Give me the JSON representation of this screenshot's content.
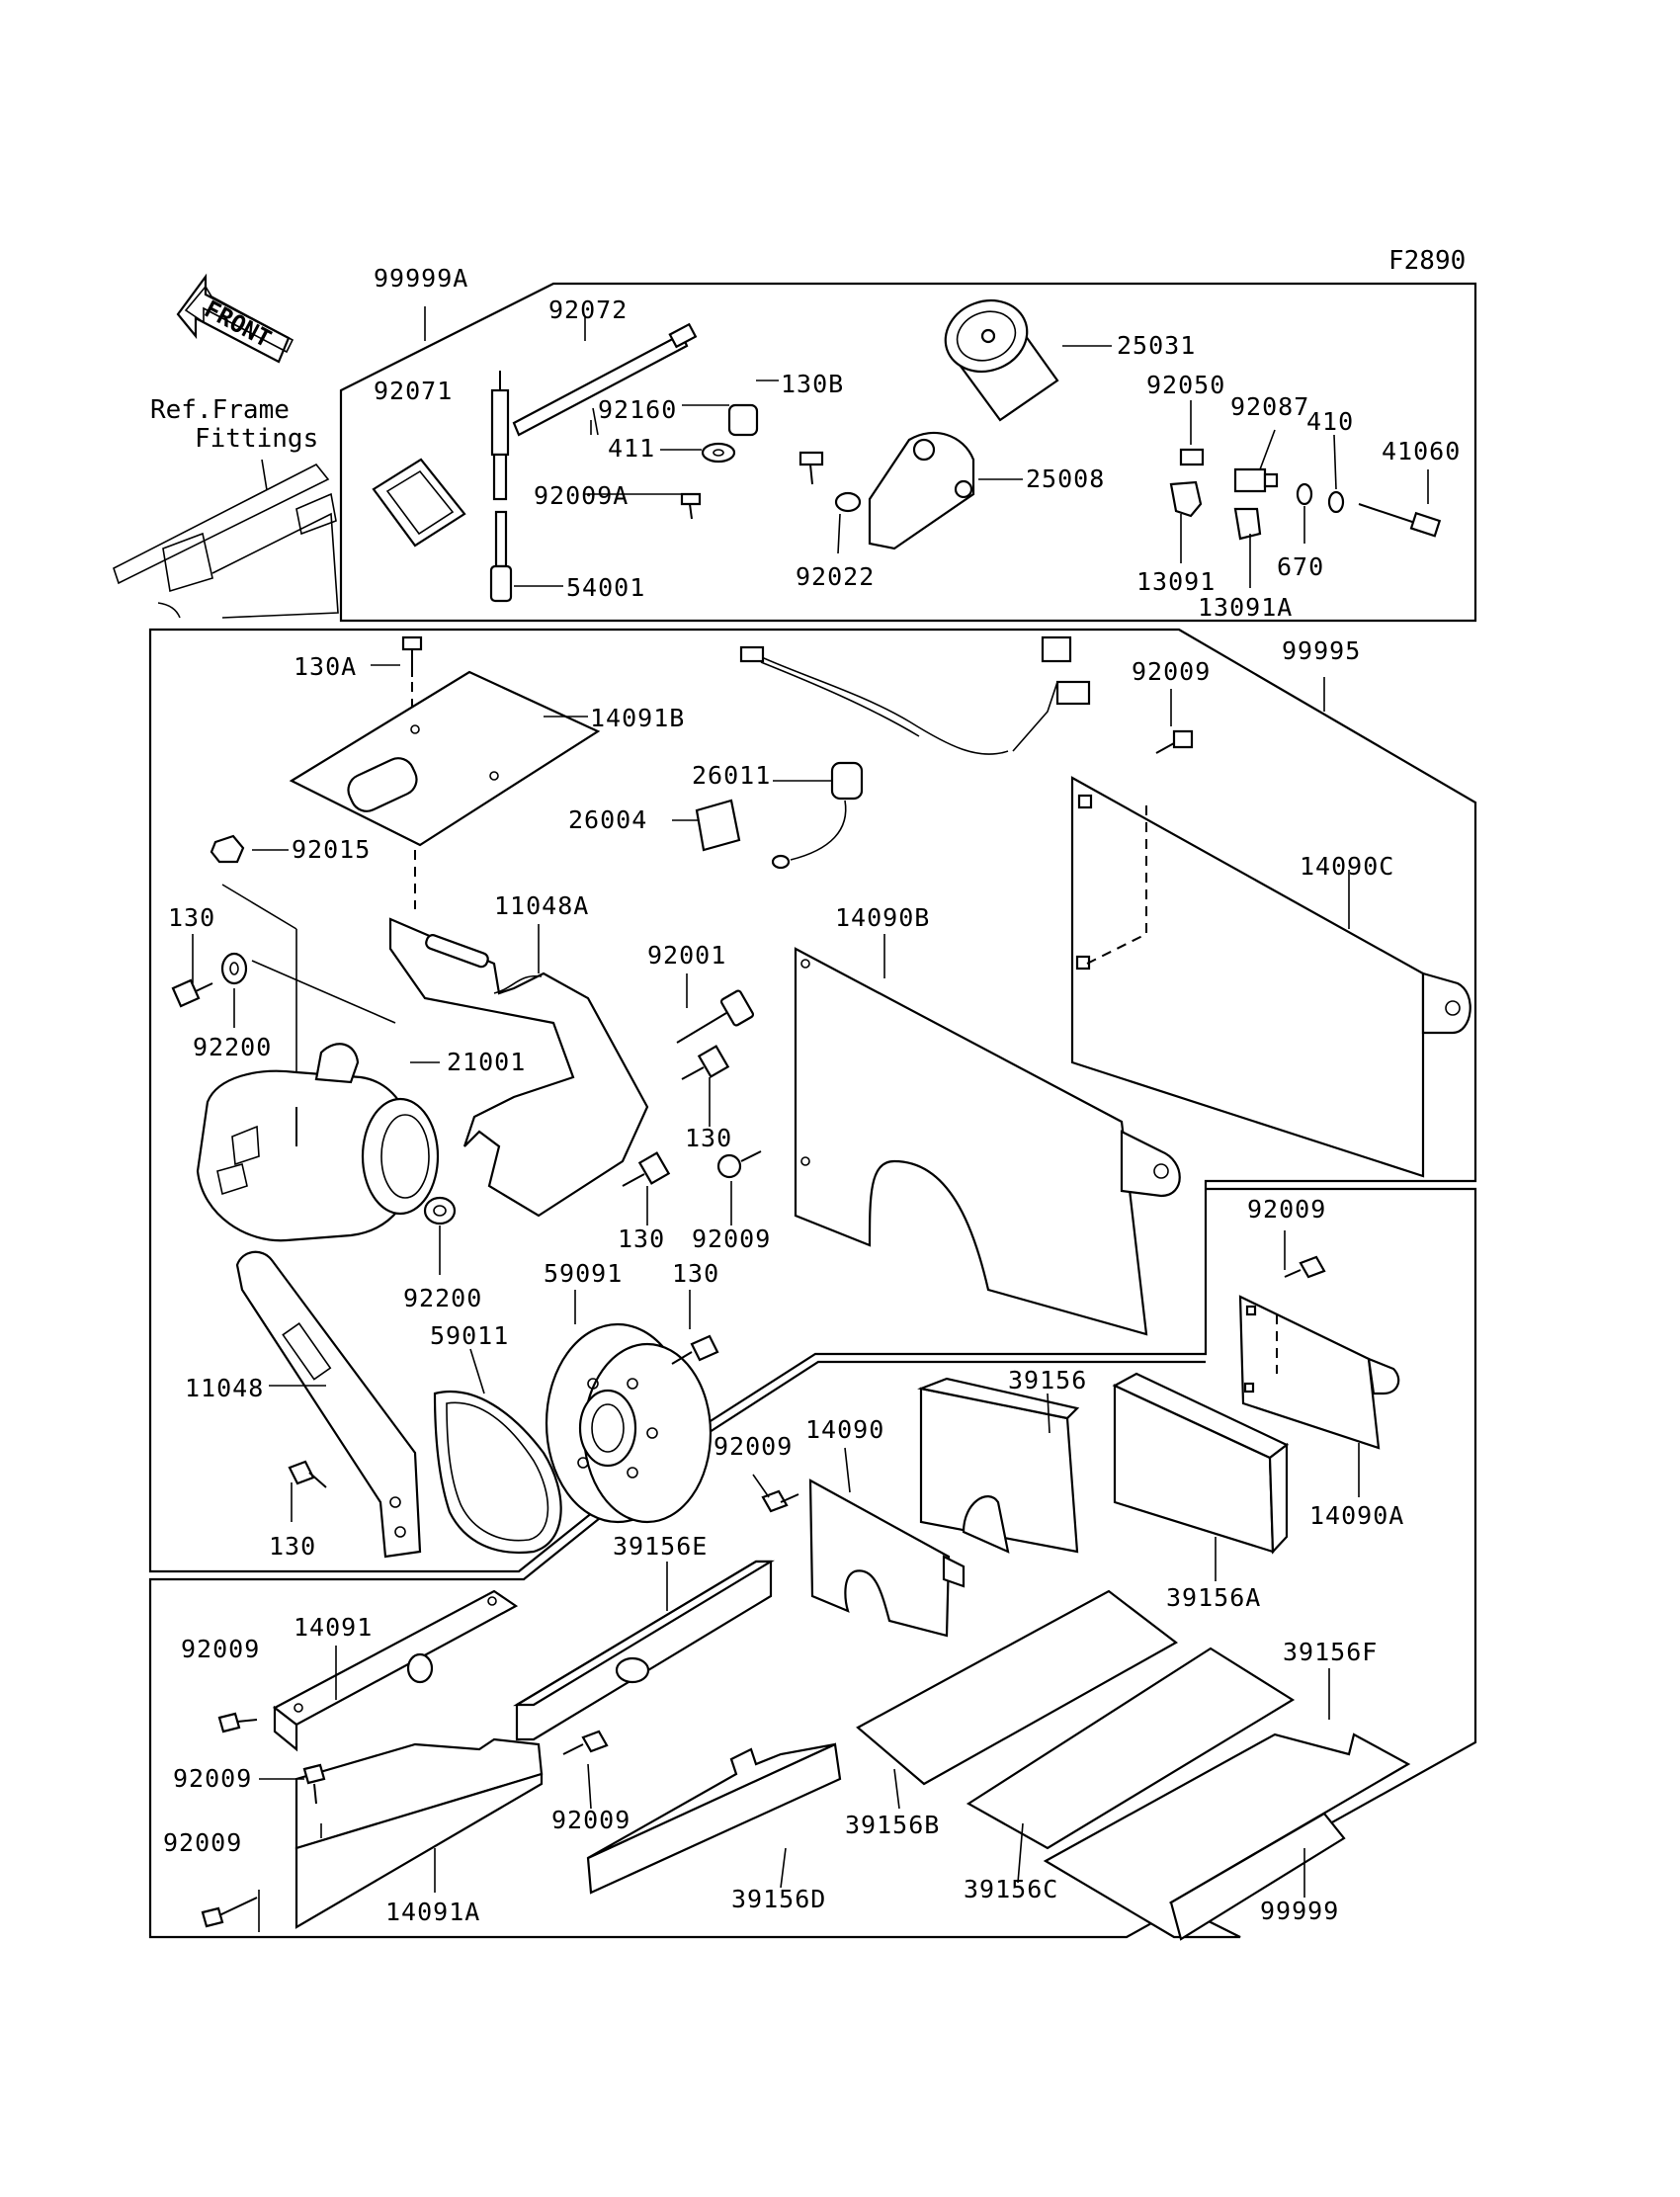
{
  "figure_code": "F2890",
  "front_label": "FRONT",
  "ref_label": {
    "line1": "Ref.Frame",
    "line2": "Fittings"
  },
  "callouts": [
    {
      "id": "c1",
      "text": "99999A"
    },
    {
      "id": "c2",
      "text": "92072"
    },
    {
      "id": "c3",
      "text": "92071"
    },
    {
      "id": "c4",
      "text": "92160"
    },
    {
      "id": "c5",
      "text": "130B"
    },
    {
      "id": "c6",
      "text": "411"
    },
    {
      "id": "c7",
      "text": "92009A"
    },
    {
      "id": "c8",
      "text": "54001"
    },
    {
      "id": "c9",
      "text": "92022"
    },
    {
      "id": "c10",
      "text": "25031"
    },
    {
      "id": "c11",
      "text": "25008"
    },
    {
      "id": "c12",
      "text": "92050"
    },
    {
      "id": "c13",
      "text": "92087"
    },
    {
      "id": "c14",
      "text": "410"
    },
    {
      "id": "c15",
      "text": "41060"
    },
    {
      "id": "c16",
      "text": "13091"
    },
    {
      "id": "c17",
      "text": "670"
    },
    {
      "id": "c18",
      "text": "13091A"
    },
    {
      "id": "c19",
      "text": "130A"
    },
    {
      "id": "c20",
      "text": "14091B"
    },
    {
      "id": "c21",
      "text": "99995"
    },
    {
      "id": "c22",
      "text": "92009"
    },
    {
      "id": "c23",
      "text": "26011"
    },
    {
      "id": "c24",
      "text": "26004"
    },
    {
      "id": "c25",
      "text": "92015"
    },
    {
      "id": "c26",
      "text": "14090C"
    },
    {
      "id": "c27",
      "text": "11048A"
    },
    {
      "id": "c28",
      "text": "14090B"
    },
    {
      "id": "c29",
      "text": "130"
    },
    {
      "id": "c30",
      "text": "92001"
    },
    {
      "id": "c31",
      "text": "92200"
    },
    {
      "id": "c32",
      "text": "21001"
    },
    {
      "id": "c33",
      "text": "130"
    },
    {
      "id": "c34",
      "text": "130"
    },
    {
      "id": "c35",
      "text": "92009"
    },
    {
      "id": "c36",
      "text": "92009"
    },
    {
      "id": "c37",
      "text": "92200"
    },
    {
      "id": "c38",
      "text": "59091"
    },
    {
      "id": "c39",
      "text": "130"
    },
    {
      "id": "c40",
      "text": "59011"
    },
    {
      "id": "c41",
      "text": "11048"
    },
    {
      "id": "c42",
      "text": "39156"
    },
    {
      "id": "c43",
      "text": "14090"
    },
    {
      "id": "c44",
      "text": "92009"
    },
    {
      "id": "c45",
      "text": "14090A"
    },
    {
      "id": "c46",
      "text": "130"
    },
    {
      "id": "c47",
      "text": "39156A"
    },
    {
      "id": "c48",
      "text": "39156E"
    },
    {
      "id": "c49",
      "text": "14091"
    },
    {
      "id": "c50",
      "text": "92009"
    },
    {
      "id": "c51",
      "text": "39156F"
    },
    {
      "id": "c52",
      "text": "92009"
    },
    {
      "id": "c53",
      "text": "92009"
    },
    {
      "id": "c54",
      "text": "39156B"
    },
    {
      "id": "c55",
      "text": "92009"
    },
    {
      "id": "c56",
      "text": "14091A"
    },
    {
      "id": "c57",
      "text": "39156D"
    },
    {
      "id": "c58",
      "text": "39156C"
    },
    {
      "id": "c59",
      "text": "99999"
    }
  ]
}
